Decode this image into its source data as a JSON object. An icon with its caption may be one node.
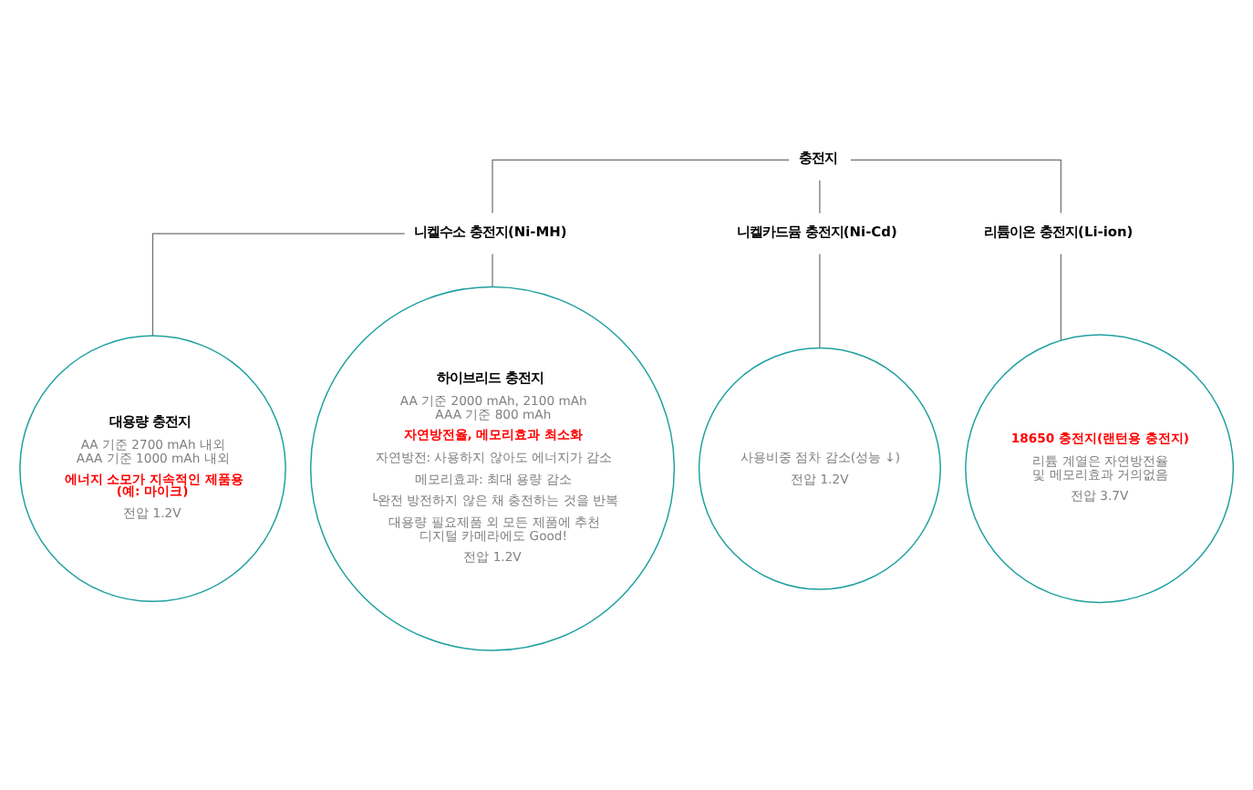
{
  "diagram": {
    "nodes": [
      {
        "text": [
          "충전지"
        ]
      },
      {
        "text": [
          "니켈수소 충전지(Ni-MH)"
        ]
      },
      {
        "text": [
          "니켈카드뮴 충전지(Ni-Cd)"
        ]
      },
      {
        "text": [
          "리튬이온 충전지(Li-ion)"
        ]
      },
      {
        "text": [
          "대용량 충전지",
          "AA 기준 2700 mAh 내외 AAA 기준 1000 mAh 내외",
          "에너지 소모가 지속적인 제품용 (예: 마이크)",
          "전압 1.2V"
        ]
      },
      {
        "text": [
          "하이브리드 충전지",
          "AA 기준 2000 mAh, 2100 mAh AAA 기준 800 mAh",
          "자연방전율, 메모리효과 최소화",
          "자연방전: 사용하지 않아도 에너지가 감소",
          "메모리효과: 최대 용량 감소",
          "└완전 방전하지 않은 채 충전하는 것을 반복",
          "대용량 필요제품 외 모든 제품에 추천 디지털 카메라에도 Good!",
          "전압 1.2V"
        ]
      },
      {
        "text": [
          "사용비중 점차 감소(성능 ↓)",
          "전압 1.2V"
        ]
      },
      {
        "text": [
          "18650 충전지(랜턴용 충전지)",
          "리튬 계열은 자연방전율 및 메모리효과 거의없음",
          "전압 3.7V"
        ]
      }
    ],
    "edges": [
      {
        "from": 0,
        "to": 1,
        "arrow": "none"
      },
      {
        "from": 0,
        "to": 2,
        "arrow": "none"
      },
      {
        "from": 0,
        "to": 3,
        "arrow": "none"
      },
      {
        "from": 1,
        "to": 4,
        "arrow": "none"
      },
      {
        "from": 1,
        "to": 5,
        "arrow": "none"
      },
      {
        "from": 2,
        "to": 6,
        "arrow": "none"
      },
      {
        "from": 3,
        "to": 7,
        "arrow": "none"
      }
    ]
  }
}
